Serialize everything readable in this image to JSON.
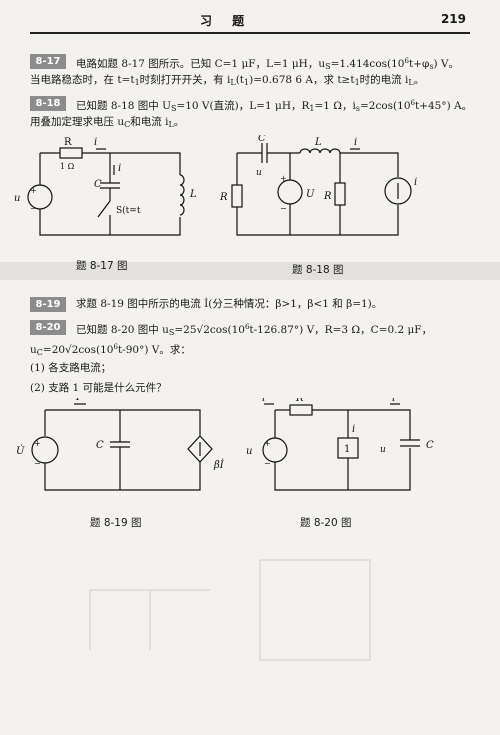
{
  "header": {
    "title": "习 题",
    "page_number": "219"
  },
  "p817": {
    "num": "8-17",
    "line1": "电路如题 8-17 图所示。已知 C=1 μF，L=1 μH，u",
    "line1_b": "=1.414cos(10",
    "line1_c": "t+φ",
    "line1_d": ") V。",
    "line2": "当电路稳态时，在 t=t",
    "line2_b": "时刻打开开关，有 i",
    "line2_c": "(t",
    "line2_d": ")=0.678 6 A，求 t≥t",
    "line2_e": "时的电流 i",
    "line2_f": "。"
  },
  "p818": {
    "num": "8-18",
    "line1": "已知题 8-18 图中 U",
    "line1_b": "=10 V(直流)，L=1 μH，R",
    "line1_c": "=1 Ω，i",
    "line1_d": "=2cos(10",
    "line1_e": "t+45°) A。",
    "line2": "用叠加定理求电压 u",
    "line2_b": "和电流 i",
    "line2_c": "。"
  },
  "p819": {
    "num": "8-19",
    "text": "求题 8-19 图中所示的电流 İ(分三种情况：β>1，β<1 和 β=1)。"
  },
  "p820": {
    "num": "8-20",
    "line1": "已知题 8-20 图中 u",
    "line1_b": "=25√2cos(10",
    "line1_c": "t-126.87°) V，R=3 Ω，C=0.2 μF，",
    "line2": "u",
    "line2_b": "=20√2cos(10",
    "line2_c": "t-90°) V。求：",
    "q1": "(1) 各支路电流；",
    "q2": "(2) 支路 1 可能是什么元件？"
  },
  "sub": {
    "S": "S",
    "one": "1",
    "L": "L",
    "C": "C",
    "s": "s",
    "six": "6",
    "zero": "0"
  },
  "fig817": {
    "caption": "题 8-17 图",
    "R": "R",
    "R_val": "1 Ω",
    "i": "i",
    "iC": "i",
    "C": "C",
    "L": "L",
    "us": "u",
    "switch": "S(t=t",
    "plus": "+",
    "minus": "−"
  },
  "fig818": {
    "caption": "题 8-18 图",
    "C": "C",
    "uC": "u",
    "L": "L",
    "iL": "i",
    "R2": "R",
    "Us": "U",
    "R1": "R",
    "is": "i",
    "plus": "+",
    "minus": "−"
  },
  "fig819": {
    "caption": "题 8-19 图",
    "I": "İ",
    "Us": "U̇",
    "C": "C",
    "beta": "βİ",
    "plus": "+",
    "minus": "−"
  },
  "fig820": {
    "caption": "题 8-20 图",
    "i": "i",
    "R": "R",
    "i1": "i",
    "box": "1",
    "i2": "i",
    "us": "u",
    "uC": "u",
    "C": "C",
    "plus": "+",
    "minus": "−"
  }
}
